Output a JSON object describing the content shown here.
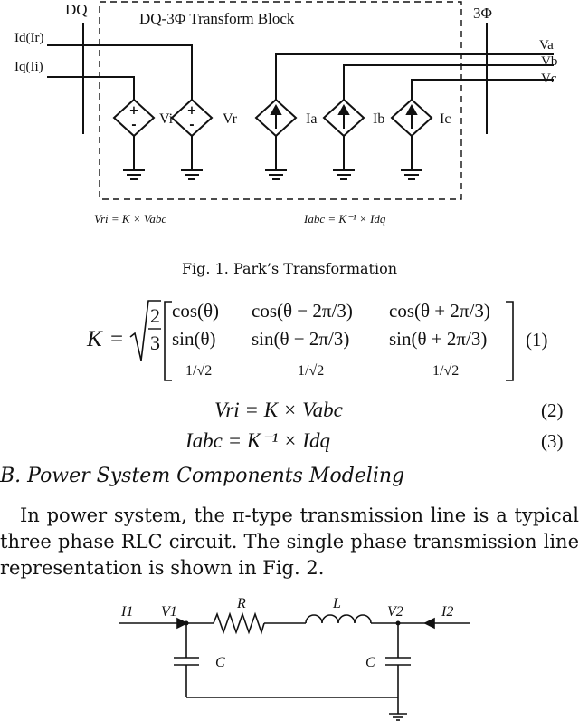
{
  "figure1": {
    "label_dq": "DQ",
    "label_3phi": "3Φ",
    "block_title": "DQ-3Φ Transform Block",
    "input_d": "Id(Ir)",
    "input_q": "Iq(Ii)",
    "out_va": "Va",
    "out_vb": "Vb",
    "out_vc": "Vc",
    "src_vi": "Vi",
    "src_vr": "Vr",
    "src_ia": "Ia",
    "src_ib": "Ib",
    "src_ic": "Ic",
    "eq_left": "Vri = K × Vabc",
    "eq_right": "Iabc = K⁻¹ × Idq",
    "caption": "Fig. 1.  Park’s Transformation"
  },
  "equations": {
    "eq1_number": "(1)",
    "eq2_number": "(2)",
    "eq3_number": "(3)",
    "eq1_lhs": "K",
    "eq2": "Vri = K × Vabc",
    "eq3": "Iabc = K⁻¹ × Idq",
    "matrix": [
      [
        "cos(θ)",
        "cos(θ − 2π/3)",
        "cos(θ + 2π/3)"
      ],
      [
        "sin(θ)",
        "sin(θ − 2π/3)",
        "sin(θ + 2π/3)"
      ],
      [
        "1/√2",
        "1/√2",
        "1/√2"
      ]
    ]
  },
  "section": {
    "heading": "B.  Power System Components Modeling",
    "paragraph": "In power system, the π-type transmission line is a typical three phase RLC circuit. The single phase transmission line representation is shown in Fig. 2."
  },
  "figure2": {
    "i1": "I1",
    "v1": "V1",
    "r": "R",
    "l": "L",
    "v2": "V2",
    "i2": "I2",
    "c_left": "C",
    "c_right": "C"
  }
}
